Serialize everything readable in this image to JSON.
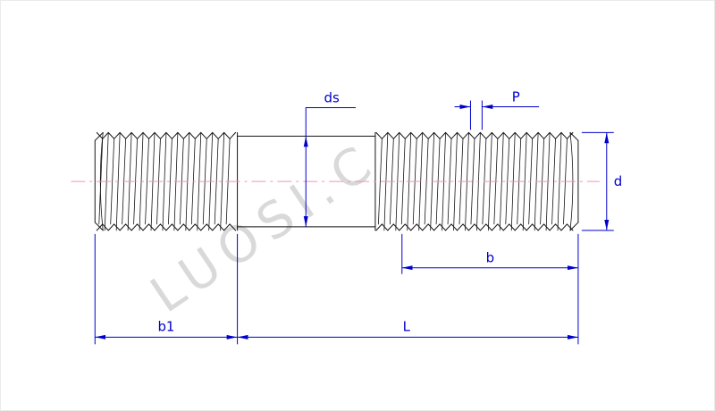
{
  "labels": {
    "ds": "ds",
    "P": "P",
    "d": "d",
    "b": "b",
    "b1": "b1",
    "L": "L"
  },
  "watermark": "LUOSI.C",
  "colors": {
    "dimension": "#0000cd",
    "centerline": "#f590bd",
    "outline": "#141414",
    "watermark": "#d9d9d9",
    "background": "#ffffff",
    "border": "#ebebeb"
  }
}
